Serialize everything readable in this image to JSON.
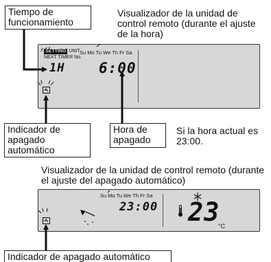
{
  "callouts": {
    "tiempo_funcionamiento": "Tiempo de funcionamiento",
    "visualizador_hora": "Visualizador de la unidad de control remoto (durante el ajuste de la hora)",
    "indicador_apagado": "Indicador de apagado automático",
    "hora_apagado": "Hora de apagado",
    "si_la_hora": "Si la hora actual es 23:00.",
    "visualizador_apagado": "Visualizador de la unidad de control remoto (durante el ajuste del apagado automático)",
    "indicador_apagado_bottom": "Indicador de apagado automático"
  },
  "lcd_top": {
    "setting_badge": "SETTING",
    "unit_label": "UNIT",
    "next_timer_label": "NEXT TIMER No.",
    "days": "Su Mo Tu We Th Fr Sa",
    "hours_value": "1H",
    "time_value": "6:00"
  },
  "lcd_bottom": {
    "days": "Su Mo Tu We Th Fr Sa",
    "time_value": "23:00",
    "temp_value": "23",
    "temp_unit": "°C",
    "thermometer_icon": "thermometer-icon",
    "snowflake_icon": "snowflake-icon"
  },
  "icons": [
    "timer-off-icon",
    "fan-direction-icon",
    "thermometer-icon",
    "snowflake-icon"
  ]
}
